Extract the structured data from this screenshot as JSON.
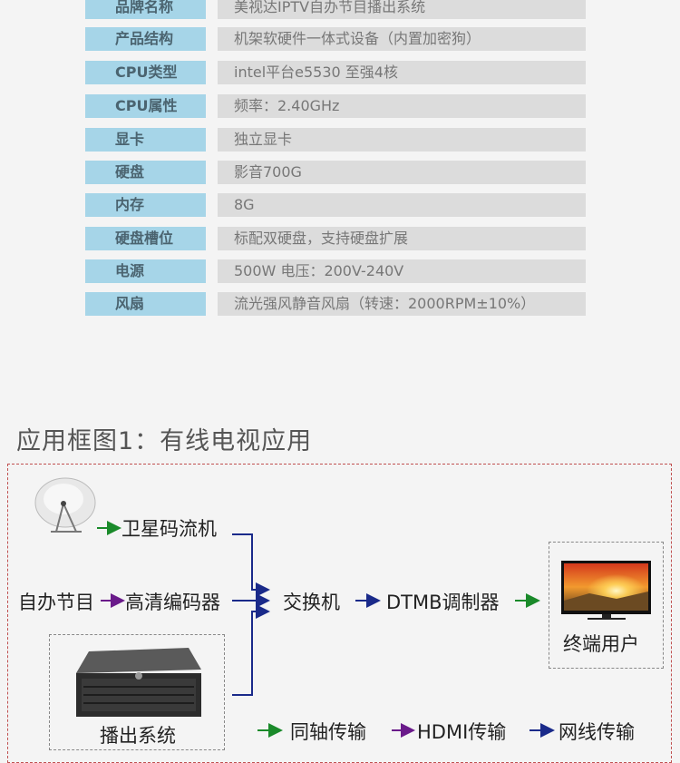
{
  "specs": [
    {
      "key": "品牌名称",
      "value": "美视达IPTV自办节目播出系统"
    },
    {
      "key": "产品结构",
      "value": "机架软硬件一体式设备（内置加密狗）"
    },
    {
      "key": "CPU类型",
      "value": "intel平台e5530 至强4核"
    },
    {
      "key": "CPU属性",
      "value": "频率：2.40GHz"
    },
    {
      "key": "显卡",
      "value": "独立显卡"
    },
    {
      "key": "硬盘",
      "value": "影音700G"
    },
    {
      "key": "内存",
      "value": "8G"
    },
    {
      "key": "硬盘槽位",
      "value": "标配双硬盘，支持硬盘扩展"
    },
    {
      "key": "电源",
      "value": "500W  电压：200V-240V"
    },
    {
      "key": "风扇",
      "value": "流光强风静音风扇（转速：2000RPM±10%）"
    }
  ],
  "section_title": "应用框图1：有线电视应用",
  "diagram": {
    "satellite_label": "卫星码流机",
    "self_program_label": "自办节目",
    "encoder_label": "高清编码器",
    "broadcast_label": "播出系统",
    "switch_label": "交换机",
    "modulator_label": "DTMB调制器",
    "terminal_label": "终端用户"
  },
  "legend": [
    {
      "label": "同轴传输",
      "color": "#1a8a2a"
    },
    {
      "label": "HDMI传输",
      "color": "#6a1a8a"
    },
    {
      "label": "网线传输",
      "color": "#1a2a8a"
    }
  ]
}
